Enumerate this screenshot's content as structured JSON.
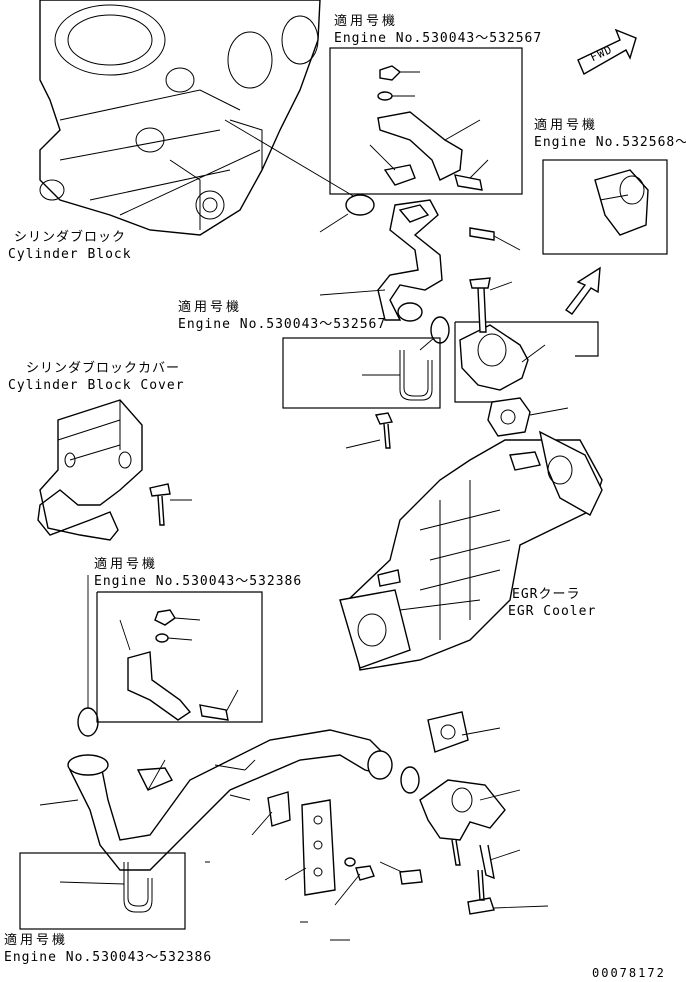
{
  "labels": {
    "cylinder_block_ja": "シリンダブロック",
    "cylinder_block_en": "Cylinder Block",
    "cylinder_block_cover_ja": "シリンダブロックカバー",
    "cylinder_block_cover_en": "Cylinder Block Cover",
    "egr_cooler_ja": "EGRクーラ",
    "egr_cooler_en": "EGR Cooler",
    "fwd": "FWD"
  },
  "applicability": [
    {
      "ja": "適用号機",
      "en": "Engine No.530043～532567"
    },
    {
      "ja": "適用号機",
      "en": "Engine No.532568～"
    },
    {
      "ja": "適用号機",
      "en": "Engine No.530043～532567"
    },
    {
      "ja": "適用号機",
      "en": "Engine No.530043～532386"
    },
    {
      "ja": "適用号機",
      "en": "Engine No.530043～532386"
    }
  ],
  "figure_number": "00078172"
}
